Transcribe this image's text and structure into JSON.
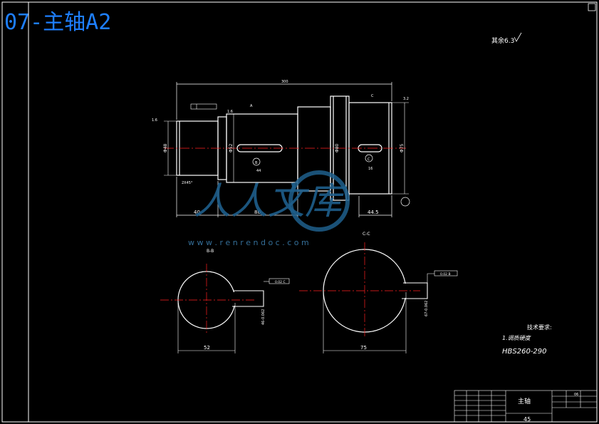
{
  "title": "07-主轴A2",
  "surface_note": "其余6.3",
  "main_view": {
    "total_length_dim": "300",
    "dim_40": "40",
    "dim_80": "80",
    "dim_44_5": "44.5",
    "section_a": "A",
    "section_c": "C",
    "chamfer": "2X45°",
    "dia_left": "Φ48",
    "dia_mid": "Φ52",
    "dia_collar": "Φ80",
    "dia_right": "Φ75",
    "keyway_len_1": "44",
    "keyway_len_2": "16",
    "datum_b": "B",
    "datum_c": "C",
    "roughness_1": "1.6",
    "roughness_2": "1.6",
    "roughness_3": "3.2"
  },
  "section_b": {
    "label": "B-B",
    "width_dim": "52",
    "depth_dim": "46-0.062",
    "tolerance": "0.02 C"
  },
  "section_c": {
    "label": "C-C",
    "width_dim": "75",
    "depth_dim": "67-0.062",
    "tolerance": "0.02 B"
  },
  "tech_requirements": {
    "heading": "技术要求:",
    "line1": "1.调质硬度",
    "line2": "HBS260-290"
  },
  "title_block": {
    "part_name": "主轴",
    "material": "45",
    "drawing_no": "06"
  },
  "watermark": {
    "text": "人人文库",
    "url": "w w w . r e n r e n d o c . c o m"
  },
  "colors": {
    "outline": "#ffffff",
    "center_line": "#ff2020",
    "dimension": "#ffffff",
    "title": "#1e7fff",
    "watermark": "#1e5f8c"
  }
}
